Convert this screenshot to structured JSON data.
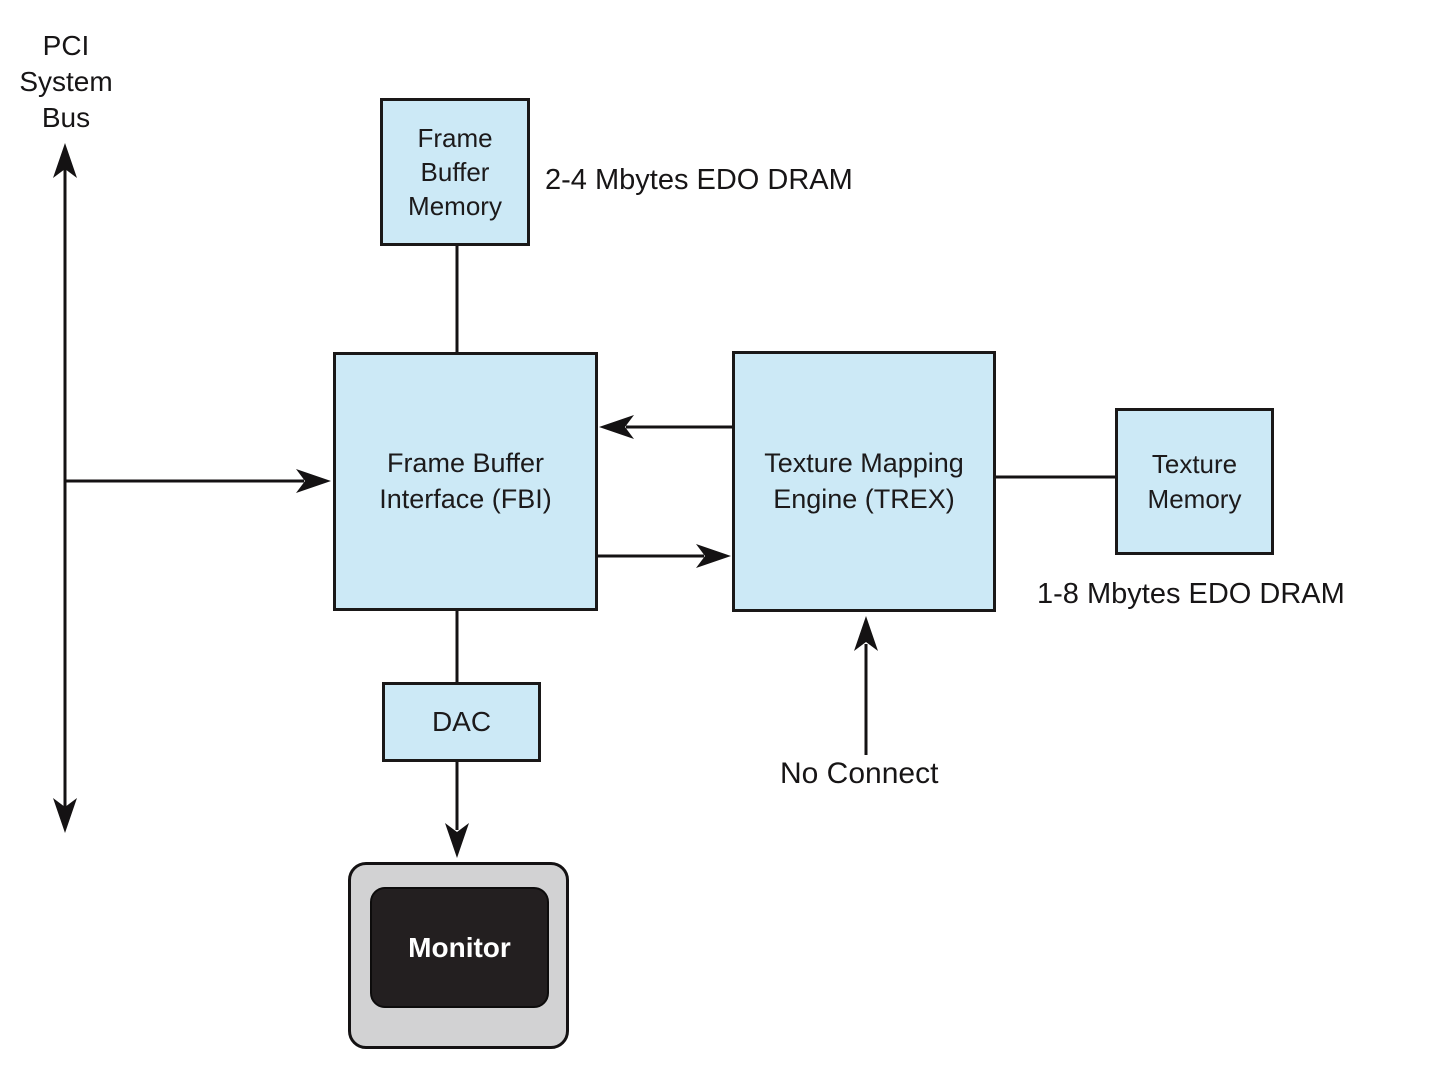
{
  "diagram": {
    "type": "hardware-block-diagram",
    "nodes": {
      "frame_buffer_memory": {
        "label": "Frame\nBuffer\nMemory"
      },
      "frame_buffer_interface": {
        "label": "Frame Buffer\nInterface (FBI)"
      },
      "texture_mapping_engine": {
        "label": "Texture Mapping\nEngine (TREX)"
      },
      "texture_memory": {
        "label": "Texture\nMemory"
      },
      "dac": {
        "label": "DAC"
      },
      "monitor": {
        "label": "Monitor"
      }
    },
    "annotations": {
      "pci_bus": "PCI\nSystem\nBus",
      "frame_buffer_dram": "2-4 Mbytes EDO DRAM",
      "texture_dram": "1-8 Mbytes EDO DRAM",
      "no_connect": "No Connect"
    },
    "connections": [
      "PCI System Bus vertical double-headed arrow",
      "PCI bus -> Frame Buffer Interface (arrow right)",
      "Frame Buffer Memory - Frame Buffer Interface (plain line)",
      "Texture Mapping Engine -> Frame Buffer Interface (arrow left)",
      "Frame Buffer Interface -> Texture Mapping Engine (arrow right)",
      "Texture Mapping Engine - Texture Memory (plain line)",
      "Frame Buffer Interface - DAC (plain line)",
      "DAC -> Monitor (arrow down)",
      "No Connect -> Texture Mapping Engine (arrow up)"
    ],
    "colors": {
      "node_fill": "#cce9f6",
      "node_border": "#1a1818",
      "line": "#141213",
      "monitor_bezel": "#d2d2d3",
      "monitor_screen": "#231f20",
      "monitor_text": "#ffffff",
      "background": "#ffffff",
      "text": "#1c1a1b"
    }
  }
}
